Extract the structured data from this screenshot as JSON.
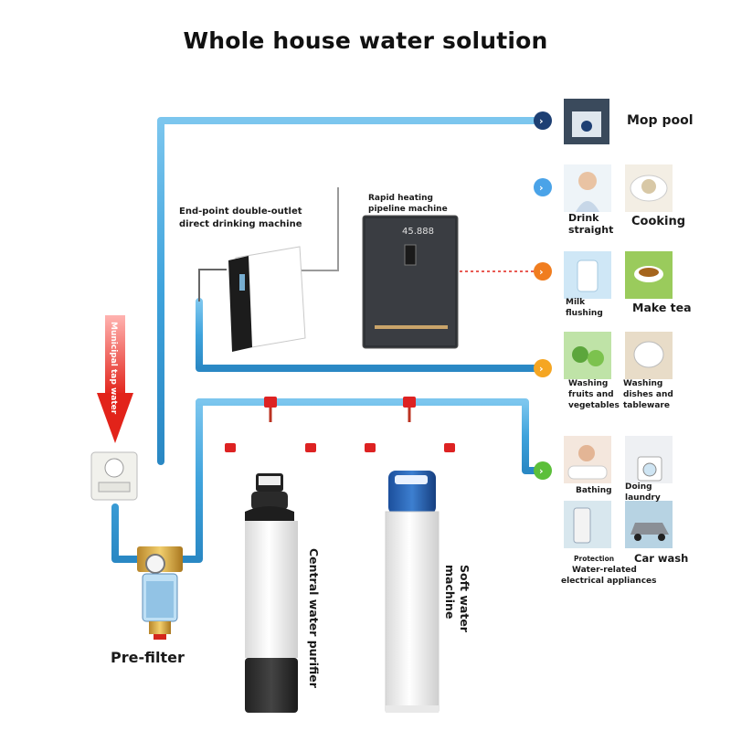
{
  "title": "Whole house water solution",
  "municipal_label": "Municipal tap water",
  "prefilter_label": "Pre-filter",
  "central_purifier_label": "Central water purifier",
  "soft_water_label": "Soft water machine",
  "endpoint_label_line1": "End-point double-outlet",
  "endpoint_label_line2": "direct drinking machine",
  "rapid_label_line1": "Rapid heating",
  "rapid_label_line2": "pipeline machine",
  "panel_readout": "45.888",
  "outputs": {
    "mop_pool": "Mop pool",
    "drink_straight_1": "Drink",
    "drink_straight_2": "straight",
    "cooking": "Cooking",
    "milk_flushing_1": "Milk",
    "milk_flushing_2": "flushing",
    "make_tea": "Make tea",
    "washing_fruits_1": "Washing",
    "washing_fruits_2": "fruits and",
    "washing_fruits_3": "vegetables",
    "washing_dishes_1": "Washing",
    "washing_dishes_2": "dishes and",
    "washing_dishes_3": "tableware",
    "bathing": "Bathing",
    "doing_laundry_1": "Doing",
    "doing_laundry_2": "laundry",
    "protection": "Protection",
    "water_related_1": "Water-related",
    "water_related_2": "electrical appliances",
    "car_wash": "Car wash"
  },
  "colors": {
    "pipe": "#3fa3dc",
    "pipe_dark": "#1f7fbf",
    "arrow_red": "#e2231a",
    "node_navy": "#1d3f73",
    "node_blue": "#4aa3e8",
    "node_orange": "#f07d1f",
    "node_amber": "#f5a623",
    "node_green": "#5cbf3a"
  }
}
